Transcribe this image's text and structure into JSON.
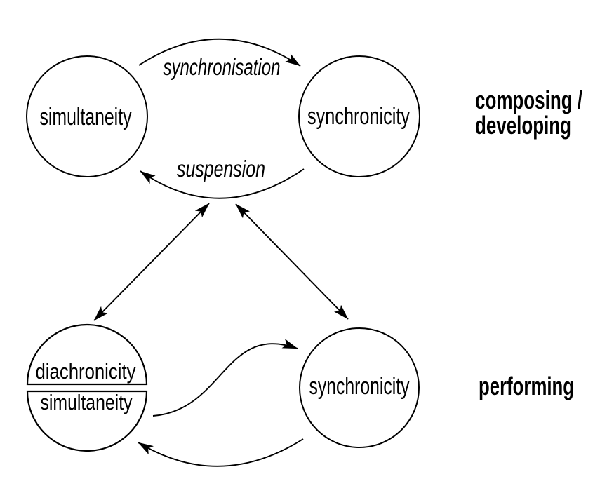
{
  "title": "temporal relations diagram",
  "colors": {
    "ink": "#000000",
    "background": "#ffffff"
  },
  "nodes": {
    "top_left": {
      "label": "simultaneity"
    },
    "top_right": {
      "label": "synchronicity"
    },
    "bottom_left": {
      "top_label": "diachronicity",
      "bottom_label": "simultaneity"
    },
    "bottom_right": {
      "label": "synchronicity"
    }
  },
  "edge_labels": {
    "synchronisation": "synchronisation",
    "suspension": "suspension"
  },
  "phase_labels": {
    "composing_line1": "composing /",
    "composing_line2": "developing",
    "performing": "performing"
  }
}
